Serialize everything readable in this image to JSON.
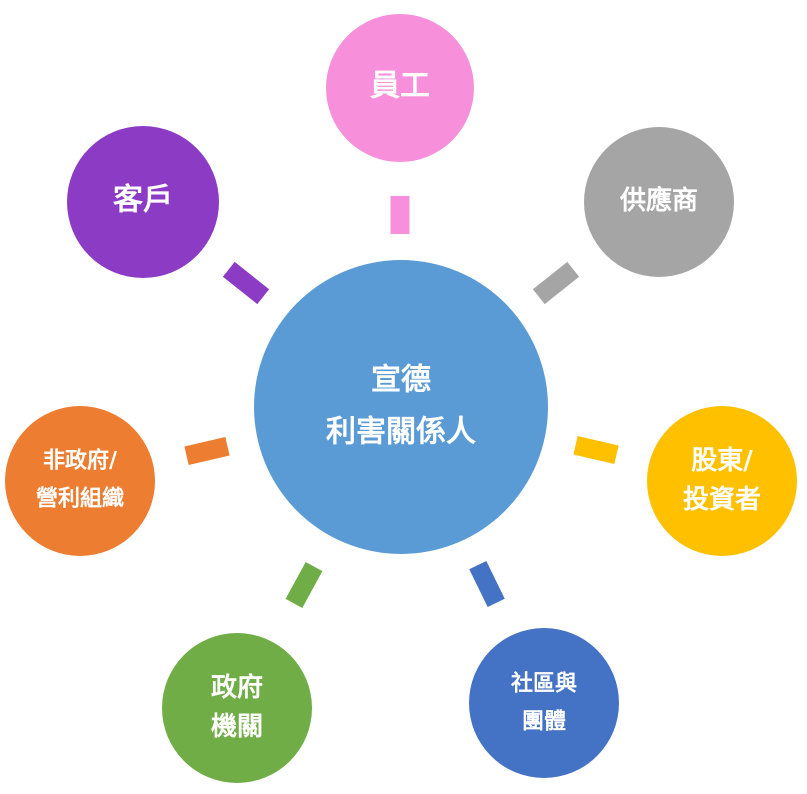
{
  "center": {
    "line1": "宣德",
    "line2": "利害關係人",
    "color": "#5B9BD5"
  },
  "nodes": {
    "employees": {
      "line1": "員工",
      "color": "#F78FDB"
    },
    "suppliers": {
      "line1": "供應商",
      "color": "#A5A5A5"
    },
    "shareholders": {
      "line1": "股東/",
      "line2": "投資者",
      "color": "#FFC000"
    },
    "community": {
      "line1": "社區與",
      "line2": "團體",
      "color": "#4472C4"
    },
    "government": {
      "line1": "政府",
      "line2": "機關",
      "color": "#70AD47"
    },
    "ngo": {
      "line1": "非政府/",
      "line2": "營利組織",
      "color": "#ED7D31"
    },
    "customers": {
      "line1": "客戶",
      "color": "#8B3BC4"
    }
  }
}
